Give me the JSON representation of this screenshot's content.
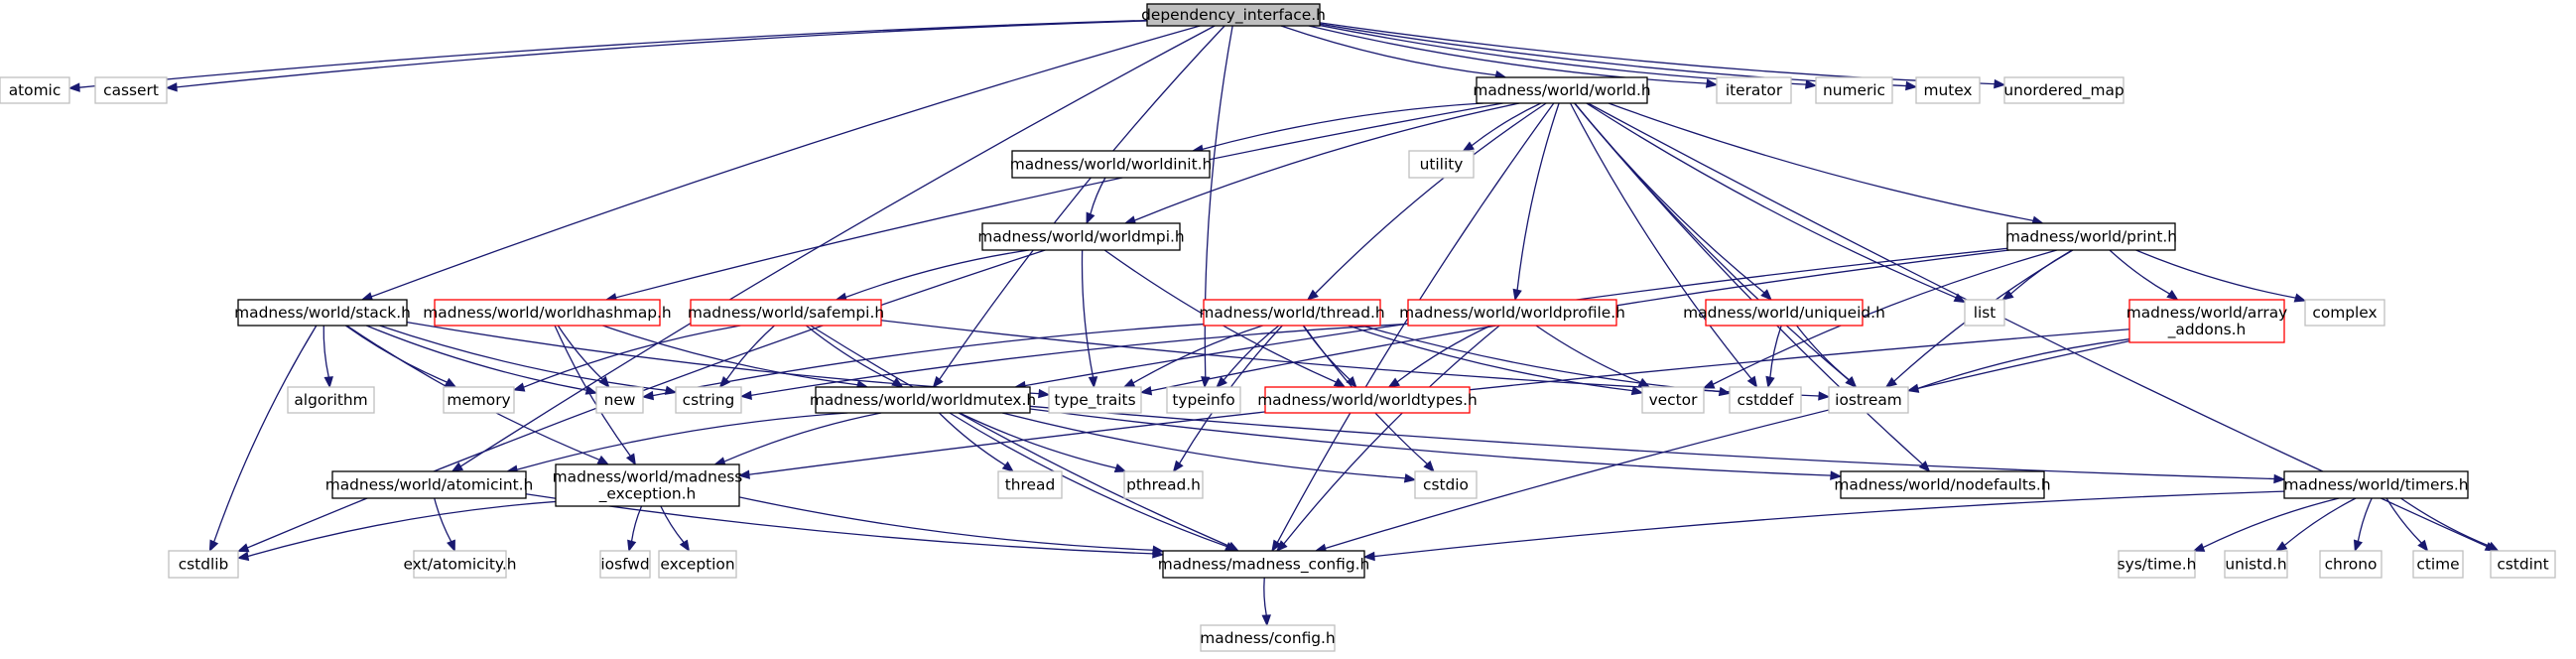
{
  "graph": {
    "title": "dependency_interface.h",
    "colors": {
      "edge": "#191970",
      "root_fill": "#bfbfbf",
      "local_border": "#000000",
      "missing_border": "#ff0000",
      "system_border": "#bfbfbf",
      "system_text": "#404040"
    },
    "nodes": [
      {
        "id": "root",
        "label": "dependency_interface.h",
        "kind": "root"
      },
      {
        "id": "atomic",
        "label": "atomic",
        "kind": "system"
      },
      {
        "id": "cassert",
        "label": "cassert",
        "kind": "system"
      },
      {
        "id": "iterator",
        "label": "iterator",
        "kind": "system"
      },
      {
        "id": "numeric",
        "label": "numeric",
        "kind": "system"
      },
      {
        "id": "mutex",
        "label": "mutex",
        "kind": "system"
      },
      {
        "id": "unordered_map",
        "label": "unordered_map",
        "kind": "system"
      },
      {
        "id": "world",
        "label": "madness/world/world.h",
        "kind": "local"
      },
      {
        "id": "worldinit",
        "label": "madness/world/worldinit.h",
        "kind": "local"
      },
      {
        "id": "utility",
        "label": "utility",
        "kind": "system"
      },
      {
        "id": "worldmpi",
        "label": "madness/world/worldmpi.h",
        "kind": "local"
      },
      {
        "id": "print",
        "label": "madness/world/print.h",
        "kind": "local"
      },
      {
        "id": "list",
        "label": "list",
        "kind": "system"
      },
      {
        "id": "array_addons",
        "label": "madness/world/array\n_addons.h",
        "kind": "missing"
      },
      {
        "id": "complex",
        "label": "complex",
        "kind": "system"
      },
      {
        "id": "stack",
        "label": "madness/world/stack.h",
        "kind": "local"
      },
      {
        "id": "worldhashmap",
        "label": "madness/world/worldhashmap.h",
        "kind": "missing"
      },
      {
        "id": "safempi",
        "label": "madness/world/safempi.h",
        "kind": "missing"
      },
      {
        "id": "thread",
        "label": "madness/world/thread.h",
        "kind": "missing"
      },
      {
        "id": "worldprofile",
        "label": "madness/world/worldprofile.h",
        "kind": "missing"
      },
      {
        "id": "uniqueid",
        "label": "madness/world/uniqueid.h",
        "kind": "missing"
      },
      {
        "id": "algorithm",
        "label": "algorithm",
        "kind": "system"
      },
      {
        "id": "memory",
        "label": "memory",
        "kind": "system"
      },
      {
        "id": "new",
        "label": "new",
        "kind": "system"
      },
      {
        "id": "cstring",
        "label": "cstring",
        "kind": "system"
      },
      {
        "id": "worldmutex",
        "label": "madness/world/worldmutex.h",
        "kind": "local"
      },
      {
        "id": "type_traits",
        "label": "type_traits",
        "kind": "system"
      },
      {
        "id": "typeinfo",
        "label": "typeinfo",
        "kind": "system"
      },
      {
        "id": "worldtypes",
        "label": "madness/world/worldtypes.h",
        "kind": "missing"
      },
      {
        "id": "vector",
        "label": "vector",
        "kind": "system"
      },
      {
        "id": "cstddef",
        "label": "cstddef",
        "kind": "system"
      },
      {
        "id": "iostream",
        "label": "iostream",
        "kind": "system"
      },
      {
        "id": "atomicint",
        "label": "madness/world/atomicint.h",
        "kind": "local"
      },
      {
        "id": "madness_exception",
        "label": "madness/world/madness\n_exception.h",
        "kind": "local"
      },
      {
        "id": "threadsys",
        "label": "thread",
        "kind": "system"
      },
      {
        "id": "pthread",
        "label": "pthread.h",
        "kind": "system"
      },
      {
        "id": "cstdio",
        "label": "cstdio",
        "kind": "system"
      },
      {
        "id": "nodefaults",
        "label": "madness/world/nodefaults.h",
        "kind": "local"
      },
      {
        "id": "timers",
        "label": "madness/world/timers.h",
        "kind": "local"
      },
      {
        "id": "cstdlib",
        "label": "cstdlib",
        "kind": "system"
      },
      {
        "id": "atomicity",
        "label": "ext/atomicity.h",
        "kind": "system"
      },
      {
        "id": "iosfwd",
        "label": "iosfwd",
        "kind": "system"
      },
      {
        "id": "exception",
        "label": "exception",
        "kind": "system"
      },
      {
        "id": "madness_config",
        "label": "madness/madness_config.h",
        "kind": "local"
      },
      {
        "id": "systime",
        "label": "sys/time.h",
        "kind": "system"
      },
      {
        "id": "unistd",
        "label": "unistd.h",
        "kind": "system"
      },
      {
        "id": "chrono",
        "label": "chrono",
        "kind": "system"
      },
      {
        "id": "ctime",
        "label": "ctime",
        "kind": "system"
      },
      {
        "id": "cstdint",
        "label": "cstdint",
        "kind": "system"
      },
      {
        "id": "config",
        "label": "madness/config.h",
        "kind": "system"
      }
    ],
    "edges": [
      [
        "root",
        "atomic"
      ],
      [
        "root",
        "cassert"
      ],
      [
        "root",
        "iterator"
      ],
      [
        "root",
        "numeric"
      ],
      [
        "root",
        "mutex"
      ],
      [
        "root",
        "unordered_map"
      ],
      [
        "root",
        "world"
      ],
      [
        "root",
        "stack"
      ],
      [
        "root",
        "atomicint"
      ],
      [
        "root",
        "worldmutex"
      ],
      [
        "root",
        "typeinfo"
      ],
      [
        "world",
        "worldinit"
      ],
      [
        "world",
        "utility"
      ],
      [
        "world",
        "worldmpi"
      ],
      [
        "world",
        "print"
      ],
      [
        "world",
        "list"
      ],
      [
        "world",
        "worldhashmap"
      ],
      [
        "world",
        "thread"
      ],
      [
        "world",
        "worldprofile"
      ],
      [
        "world",
        "uniqueid"
      ],
      [
        "world",
        "cstddef"
      ],
      [
        "world",
        "iostream"
      ],
      [
        "world",
        "nodefaults"
      ],
      [
        "world",
        "cstdint"
      ],
      [
        "world",
        "madness_config"
      ],
      [
        "worldinit",
        "worldmpi"
      ],
      [
        "worldmpi",
        "safempi"
      ],
      [
        "worldmpi",
        "type_traits"
      ],
      [
        "worldmpi",
        "worldtypes"
      ],
      [
        "worldmpi",
        "cstdlib"
      ],
      [
        "print",
        "list"
      ],
      [
        "print",
        "array_addons"
      ],
      [
        "print",
        "complex"
      ],
      [
        "print",
        "iostream"
      ],
      [
        "print",
        "vector"
      ],
      [
        "print",
        "type_traits"
      ],
      [
        "print",
        "worldmutex"
      ],
      [
        "array_addons",
        "iostream"
      ],
      [
        "array_addons",
        "madness_exception"
      ],
      [
        "array_addons",
        "madness_config"
      ],
      [
        "stack",
        "algorithm"
      ],
      [
        "stack",
        "memory"
      ],
      [
        "stack",
        "new"
      ],
      [
        "stack",
        "cstring"
      ],
      [
        "stack",
        "type_traits"
      ],
      [
        "stack",
        "madness_exception"
      ],
      [
        "stack",
        "cstdlib"
      ],
      [
        "worldhashmap",
        "new"
      ],
      [
        "worldhashmap",
        "worldmutex"
      ],
      [
        "worldhashmap",
        "madness_exception"
      ],
      [
        "safempi",
        "memory"
      ],
      [
        "safempi",
        "cstring"
      ],
      [
        "safempi",
        "worldmutex"
      ],
      [
        "safempi",
        "iostream"
      ],
      [
        "safempi",
        "madness_config"
      ],
      [
        "thread",
        "new"
      ],
      [
        "thread",
        "type_traits"
      ],
      [
        "thread",
        "typeinfo"
      ],
      [
        "thread",
        "vector"
      ],
      [
        "thread",
        "cstddef"
      ],
      [
        "thread",
        "cstdio"
      ],
      [
        "thread",
        "pthread"
      ],
      [
        "thread",
        "worldtypes"
      ],
      [
        "worldprofile",
        "cstring"
      ],
      [
        "worldprofile",
        "worldtypes"
      ],
      [
        "worldprofile",
        "vector"
      ],
      [
        "worldprofile",
        "madness_config"
      ],
      [
        "uniqueid",
        "cstddef"
      ],
      [
        "uniqueid",
        "iostream"
      ],
      [
        "worldmutex",
        "atomicint"
      ],
      [
        "worldmutex",
        "madness_exception"
      ],
      [
        "worldmutex",
        "threadsys"
      ],
      [
        "worldmutex",
        "pthread"
      ],
      [
        "worldmutex",
        "cstdio"
      ],
      [
        "worldmutex",
        "nodefaults"
      ],
      [
        "worldmutex",
        "timers"
      ],
      [
        "worldmutex",
        "madness_config"
      ],
      [
        "atomicint",
        "atomicity"
      ],
      [
        "atomicint",
        "madness_config"
      ],
      [
        "madness_exception",
        "cstdlib"
      ],
      [
        "madness_exception",
        "iosfwd"
      ],
      [
        "madness_exception",
        "exception"
      ],
      [
        "madness_exception",
        "madness_config"
      ],
      [
        "timers",
        "systime"
      ],
      [
        "timers",
        "unistd"
      ],
      [
        "timers",
        "chrono"
      ],
      [
        "timers",
        "ctime"
      ],
      [
        "timers",
        "cstdint"
      ],
      [
        "timers",
        "madness_config"
      ],
      [
        "madness_config",
        "config"
      ]
    ]
  }
}
